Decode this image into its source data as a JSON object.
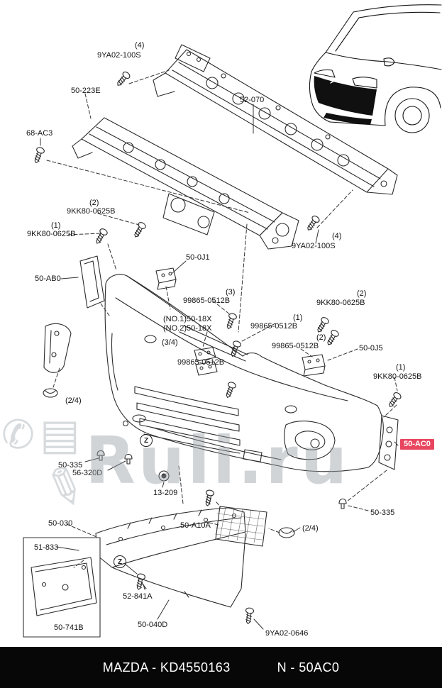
{
  "footer": {
    "catalog_code": "MAZDA - KD4550163",
    "selected_part": "N - 50AC0"
  },
  "watermark": {
    "text": "Ruli.ru",
    "phone_icon": "✆",
    "card_icon": "▤",
    "pen_icon": "✎"
  },
  "highlight": {
    "bg": "#e8455f",
    "fg": "#ffffff"
  },
  "ref_symbol": "Z",
  "labels": [
    {
      "text": "(4)"
    },
    {
      "text": "9YA02-100S"
    },
    {
      "text": "50-223E"
    },
    {
      "text": "52-070"
    },
    {
      "text": "68-AC3"
    },
    {
      "text": "(2)"
    },
    {
      "text": "9KK80-0625B"
    },
    {
      "text": "(1)"
    },
    {
      "text": "9KK80-0625B"
    },
    {
      "text": "50-0J1"
    },
    {
      "text": "(4)"
    },
    {
      "text": "9YA02-100S"
    },
    {
      "text": "50-AB0"
    },
    {
      "text": "(3)"
    },
    {
      "text": "99865-0512B"
    },
    {
      "text": "(2)"
    },
    {
      "text": "9KK80-0625B"
    },
    {
      "text": "(NO.1)50-18X"
    },
    {
      "text": "(NO.2)50-18X"
    },
    {
      "text": "(1)"
    },
    {
      "text": "99865-0512B"
    },
    {
      "text": "(2)"
    },
    {
      "text": "99865-0512B"
    },
    {
      "text": "(3/4)"
    },
    {
      "text": "99865-0512B"
    },
    {
      "text": "50-0J5"
    },
    {
      "text": "(1)"
    },
    {
      "text": "9KK80-0625B"
    },
    {
      "text": "(2/4)"
    },
    {
      "text": "50-AC0"
    },
    {
      "text": "50-335"
    },
    {
      "text": "56-320D"
    },
    {
      "text": "13-209"
    },
    {
      "text": "50-A10A"
    },
    {
      "text": "(2/4)"
    },
    {
      "text": "50-335"
    },
    {
      "text": "50-030"
    },
    {
      "text": "51-833"
    },
    {
      "text": "52-841A"
    },
    {
      "text": "50-741B"
    },
    {
      "text": "50-040D"
    },
    {
      "text": "9YA02-0646"
    }
  ]
}
